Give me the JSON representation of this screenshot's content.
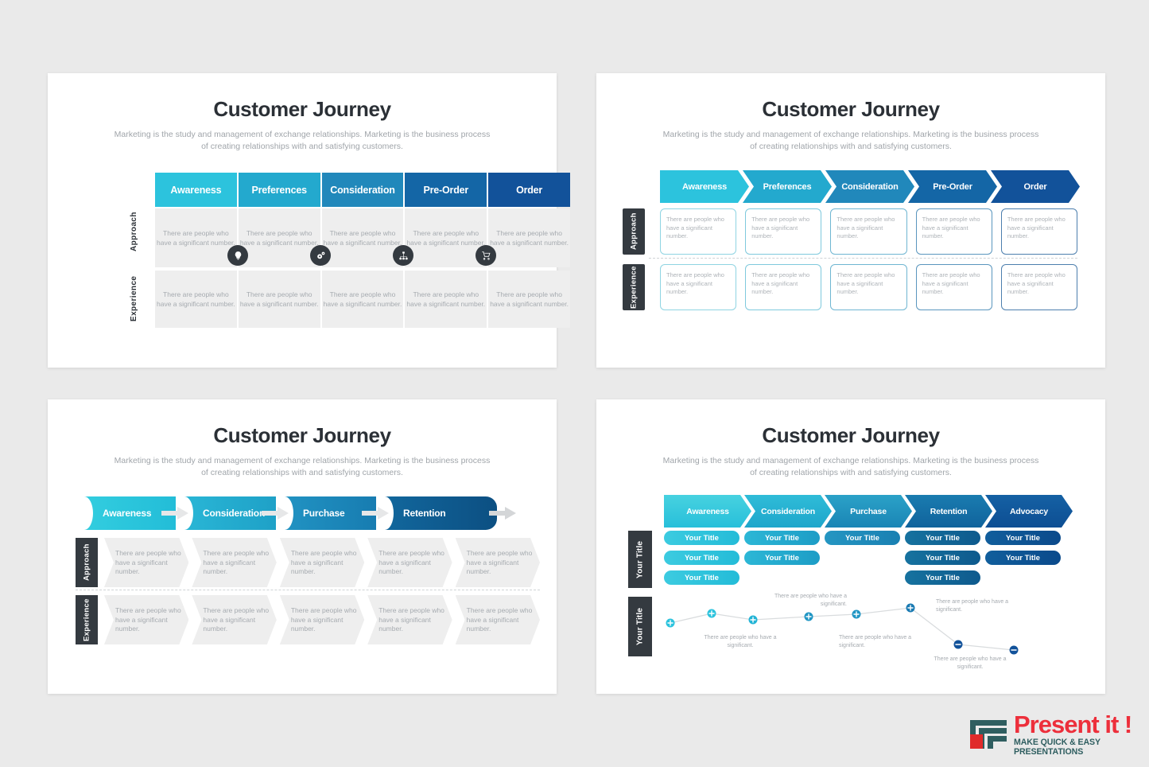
{
  "background": "#eaeaea",
  "common": {
    "title": "Customer Journey",
    "subtitle": "Marketing is the study and management of exchange relationships. Marketing is the business process of creating relationships with and satisfying customers.",
    "body_text": "There are people who have a significant number.",
    "row_label_approach": "Approach",
    "row_label_experience": "Experience"
  },
  "palette": {
    "stage1": "#2cc3dd",
    "stage2": "#23a9ce",
    "stage3": "#2188bb",
    "stage4": "#1466a6",
    "stage5": "#12529a",
    "dark": "#343a40",
    "gray_cell": "#eeeeee",
    "muted_text": "#a6abb0",
    "title_text": "#2b3036",
    "logo_red": "#ed2f3b",
    "logo_teal": "#2f5e60"
  },
  "slide1": {
    "title": "Customer Journey",
    "subtitle": "Marketing is the study and management of exchange relationships. Marketing is the business process of creating relationships with and satisfying customers.",
    "stages": [
      "Awareness",
      "Preferences",
      "Consideration",
      "Pre-Order",
      "Order"
    ],
    "row_labels": [
      "Approach",
      "Experience"
    ],
    "rows": [
      [
        "There are people who have a significant number.",
        "There are people who have a significant number.",
        "There are people who have a significant number.",
        "There are people who have a significant number.",
        "There are people who have a significant number."
      ],
      [
        "There are people who have a significant number.",
        "There are people who have a significant number.",
        "There are people who have a significant number.",
        "There are people who have a significant number.",
        "There are people who have a significant number."
      ]
    ],
    "icons": [
      "lightbulb-icon",
      "gears-icon",
      "hierarchy-icon",
      "shopping-cart-icon"
    ]
  },
  "slide2": {
    "title": "Customer Journey",
    "subtitle": "Marketing is the study and management of exchange relationships. Marketing is the business process of creating relationships with and satisfying customers.",
    "stages": [
      "Awareness",
      "Preferences",
      "Consideration",
      "Pre-Order",
      "Order"
    ],
    "row_labels": [
      "Approach",
      "Experience"
    ],
    "rows": [
      [
        "There are people who have a significant number.",
        "There are people who have a significant number.",
        "There are people who have a significant number.",
        "There are people who have a significant number.",
        "There are people who have a significant number."
      ],
      [
        "There are people who have a significant number.",
        "There are people who have a significant number.",
        "There are people who have a significant number.",
        "There are people who have a significant number.",
        "There are people who have a significant number."
      ]
    ]
  },
  "slide3": {
    "title": "Customer Journey",
    "subtitle": "Marketing is the study and management of exchange relationships. Marketing is the business process of creating relationships with and satisfying customers.",
    "stages": [
      "Awareness",
      "Consideration",
      "Purchase",
      "Retention"
    ],
    "row_labels": [
      "Approach",
      "Experience"
    ],
    "rows": [
      [
        "There are people who have a significant number.",
        "There are people who have a significant number.",
        "There are people who have a significant number.",
        "There are people who have a significant number.",
        "There are people who have a significant number."
      ],
      [
        "There are people who have a significant number.",
        "There are people who have a significant number.",
        "There are people who have a significant number.",
        "There are people who have a significant number.",
        "There are people who have a significant number."
      ]
    ]
  },
  "slide4": {
    "title": "Customer Journey",
    "subtitle": "Marketing is the study and management of exchange relationships. Marketing is the business process of creating relationships with and satisfying customers.",
    "stages": [
      "Awareness",
      "Consideration",
      "Purchase",
      "Retention",
      "Advocacy"
    ],
    "row_labels": [
      "Your Title",
      "Your Title"
    ],
    "pill_label": "Your Title",
    "pill_counts": [
      3,
      2,
      1,
      3,
      2
    ],
    "chart_labels": [
      "There are people who have a significant.",
      "There are people who have a significant.",
      "There are people who have a significant.",
      "There are people who have a significant.",
      "There are people who have a significant."
    ],
    "chart_data": {
      "type": "line",
      "title": "",
      "xlabel": "",
      "ylabel": "",
      "x": [
        0,
        1,
        2,
        3,
        4,
        5,
        6,
        7
      ],
      "values": [
        56,
        36,
        62,
        47,
        30,
        30,
        92,
        100
      ],
      "ylim": [
        0,
        110
      ],
      "grid": false,
      "legend": "none",
      "marker_symbols": [
        "plus",
        "plus",
        "plus",
        "plus",
        "plus",
        "plus",
        "minus",
        "minus"
      ],
      "marker_colors": [
        "#2cc3dd",
        "#2cc3dd",
        "#23b4d6",
        "#2196c4",
        "#2196c4",
        "#1a7ab2",
        "#12529a",
        "#12529a"
      ],
      "annotations": [
        "There are people who have a significant.",
        "There are people who have a significant.",
        "There are people who have a significant.",
        "There are people who have a significant.",
        "There are people who have a significant."
      ]
    }
  },
  "logo": {
    "name": "Present it !",
    "tagline": "MAKE QUICK & EASY PRESENTATIONS"
  }
}
